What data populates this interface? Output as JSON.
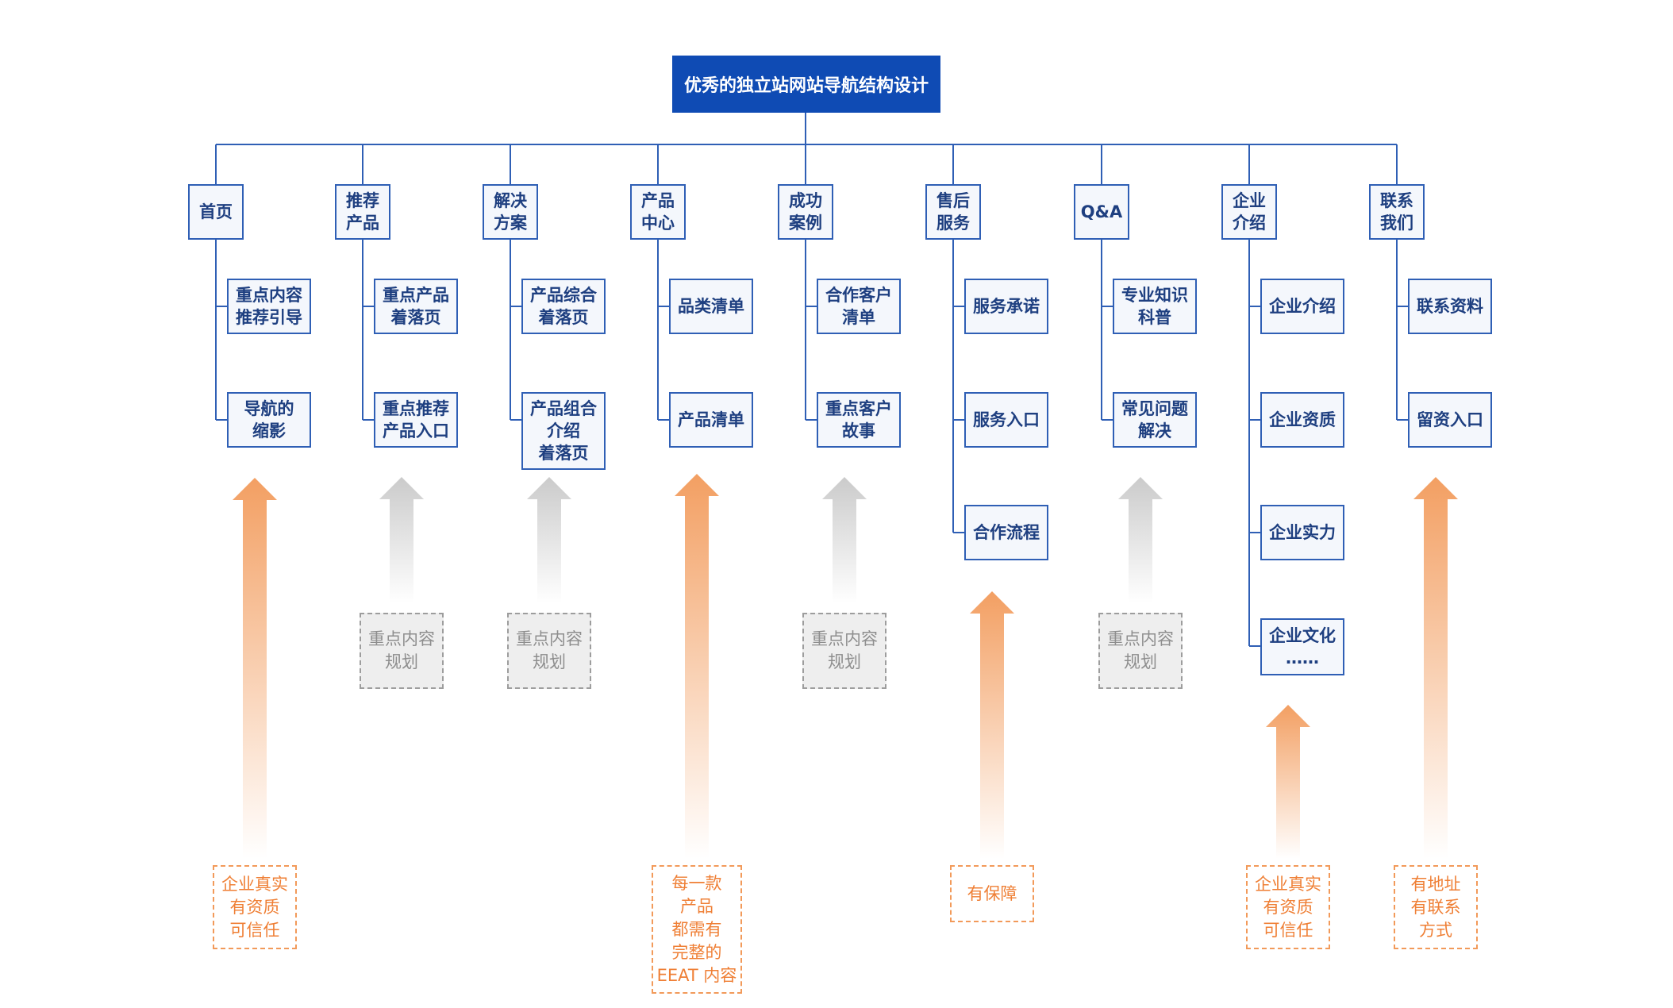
{
  "title": "优秀的独立站网站导航结构设计",
  "categories": [
    {
      "label": "首页",
      "children": [
        "重点内容\n推荐引导",
        "导航的\n缩影"
      ],
      "note": {
        "style": "orange",
        "text": "企业真实\n有资质\n可信任"
      }
    },
    {
      "label": "推荐\n产品",
      "children": [
        "重点产品\n着落页",
        "重点推荐\n产品入口"
      ],
      "note": {
        "style": "gray",
        "text": "重点内容\n规划"
      }
    },
    {
      "label": "解决\n方案",
      "children": [
        "产品综合\n着落页",
        "产品组合\n介绍\n着落页"
      ],
      "note": {
        "style": "gray",
        "text": "重点内容\n规划"
      }
    },
    {
      "label": "产品\n中心",
      "children": [
        "品类清单",
        "产品清单"
      ],
      "note": {
        "style": "orange",
        "text": "每一款\n产品\n都需有\n完整的\nEEAT 内容"
      }
    },
    {
      "label": "成功\n案例",
      "children": [
        "合作客户\n清单",
        "重点客户\n故事"
      ],
      "note": {
        "style": "gray",
        "text": "重点内容\n规划"
      }
    },
    {
      "label": "售后\n服务",
      "children": [
        "服务承诺",
        "服务入口",
        "合作流程"
      ],
      "note": {
        "style": "orange",
        "text": "有保障"
      }
    },
    {
      "label": "Q&A",
      "children": [
        "专业知识\n科普",
        "常见问题\n解决"
      ],
      "note": {
        "style": "gray",
        "text": "重点内容\n规划"
      }
    },
    {
      "label": "企业\n介绍",
      "children": [
        "企业介绍",
        "企业资质",
        "企业实力",
        "企业文化\n……"
      ],
      "note": {
        "style": "orange",
        "text": "企业真实\n有资质\n可信任"
      }
    },
    {
      "label": "联系\n我们",
      "children": [
        "联系资料",
        "留资入口"
      ],
      "note": {
        "style": "orange",
        "text": "有地址\n有联系\n方式"
      }
    }
  ],
  "colors": {
    "primary": "#0f4bb4",
    "line": "#2f5fb5",
    "orange": "#f29a5a",
    "gray": "#9d9d9d"
  }
}
